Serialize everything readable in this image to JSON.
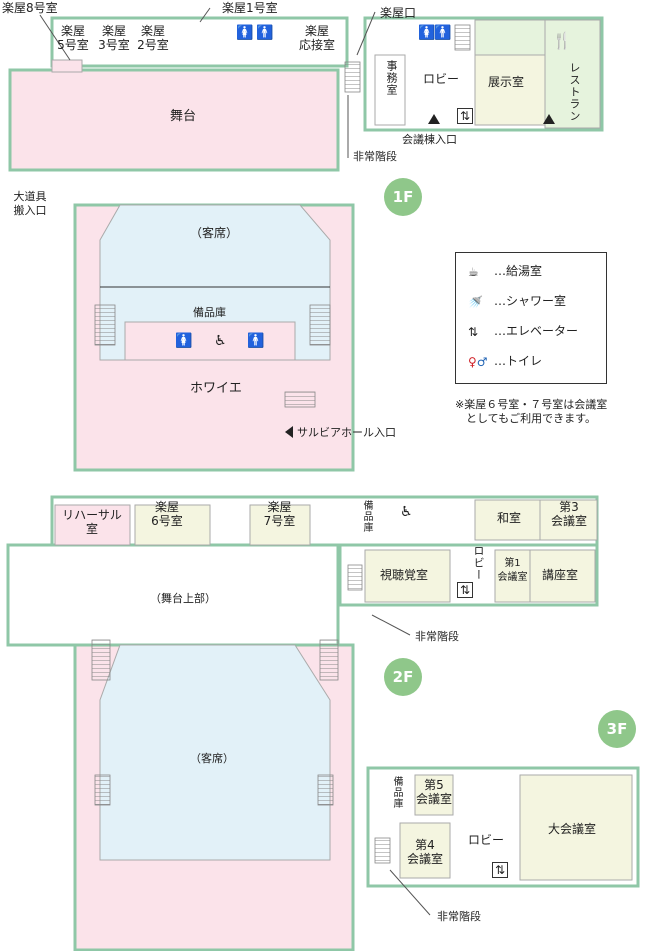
{
  "colors": {
    "stage": "#fbe3ea",
    "seat": "#e2f1f8",
    "foyer": "#fbe3ea",
    "meeting": "#f4f5e0",
    "green": "#e6f3dd",
    "wall": "#8fc7a7"
  },
  "floors": {
    "f1": "1F",
    "f2": "2F",
    "f3": "3F"
  },
  "f1": {
    "dressing8": "楽屋8号室",
    "dressing1": "楽屋1号室",
    "dressing_entrance": "楽屋口",
    "dressing5": "楽屋\n5号室",
    "dressing3": "楽屋\n3号室",
    "dressing2": "楽屋\n2号室",
    "reception_room": "楽屋\n応接室",
    "stage": "舞台",
    "seats": "（客席）",
    "storage": "備品庫",
    "foyer": "ホワイエ",
    "prop_entrance": "大道具\n搬入口",
    "emergency_stairs": "非常階段",
    "office": "事務室",
    "lobby": "ロビー",
    "exhibition": "展示室",
    "restaurant": "レストラン",
    "conference_entrance": "会議棟入口",
    "hall_entrance": "サルビアホール入口"
  },
  "f2": {
    "rehearsal": "リハーサル\n室",
    "dressing6": "楽屋\n6号室",
    "dressing7": "楽屋\n7号室",
    "storage": "備品庫",
    "japanese_room": "和室",
    "conf3": "第3\n会議室",
    "av_room": "視聴覚室",
    "lobby": "ロビー",
    "conf1": "第1\n会議室",
    "lecture": "講座室",
    "stage_upper": "（舞台上部）",
    "seats": "（客席）",
    "emergency_stairs": "非常階段"
  },
  "f3": {
    "storage": "備品庫",
    "conf5": "第5\n会議室",
    "large_conf": "大会議室",
    "conf4": "第4\n会議室",
    "lobby": "ロビー",
    "emergency_stairs": "非常階段"
  },
  "legend": {
    "items": [
      {
        "icon": "kettle-icon",
        "label": "…給湯室"
      },
      {
        "icon": "shower-icon",
        "label": "…シャワー室"
      },
      {
        "icon": "elevator-icon",
        "label": "…エレベーター"
      },
      {
        "icon": "toilet-icon",
        "label": "…トイレ"
      }
    ],
    "note": "※楽屋６号室・７号室は会議室\n　としてもご利用できます。"
  }
}
